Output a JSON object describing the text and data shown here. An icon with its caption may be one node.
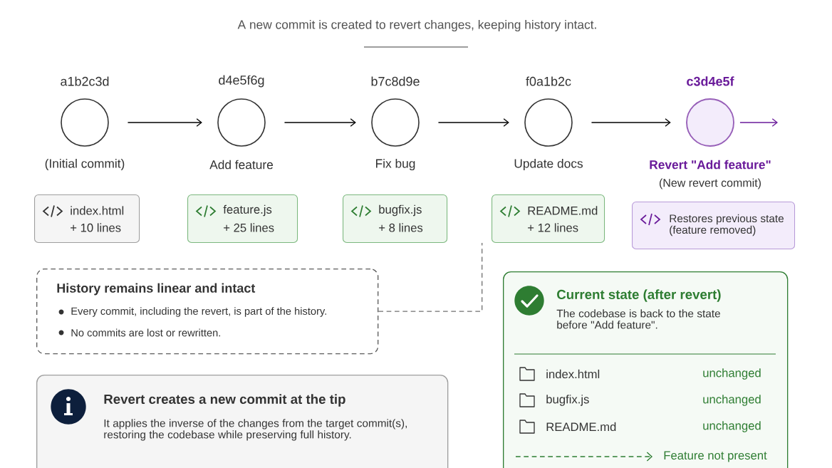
{
  "diagram": {
    "nodes": [
      {
        "text": [
          "a1b2c3d",
          "(Initial commit)"
        ]
      },
      {
        "text": [
          "d4e5f6g",
          "Add feature"
        ]
      },
      {
        "text": [
          "b7c8d9e",
          "Fix bug"
        ]
      },
      {
        "text": [
          "f0a1b2c",
          "Update docs"
        ]
      },
      {
        "text": [
          "c3d4e5f",
          "Revert \"Add feature\"",
          "(New revert commit)"
        ]
      },
      {
        "text": [
          "index.html",
          "+ 10 lines"
        ]
      },
      {
        "text": [
          "feature.js",
          "+ 25 lines"
        ]
      },
      {
        "text": [
          "bugfix.js",
          "+ 8 lines"
        ]
      },
      {
        "text": [
          "README.md",
          "+ 12 lines"
        ]
      },
      {
        "text": [
          "Restores previous state (feature removed)"
        ]
      },
      {
        "text": [
          "History remains linear and intact",
          "Every commit, including the revert, is part of the history.",
          "No commits are lost or rewritten."
        ]
      },
      {
        "text": [
          "Current state (after revert)",
          "The codebase is back to the state before \"Add feature\"."
        ]
      },
      {
        "text": [
          "Revert creates a new commit at the tip",
          "It applies the inverse of the changes from the target commit(s), restoring the codebase while preserving full history."
        ]
      }
    ],
    "edges": [
      {
        "from": 0,
        "to": 1,
        "arrow": "to"
      },
      {
        "from": 1,
        "to": 2,
        "arrow": "to"
      },
      {
        "from": 2,
        "to": 3,
        "arrow": "to"
      },
      {
        "from": 3,
        "to": 4,
        "arrow": "to"
      },
      {
        "from": 4,
        "to": null,
        "arrow": "to",
        "color": "#6a1b9a"
      },
      {
        "from": 10,
        "to": 8,
        "arrow": "none",
        "style": "dashed",
        "color": "#707070"
      }
    ],
    "labels": [
      "A new commit is created to revert changes, keeping history intact.",
      "index.html",
      "unchanged",
      "bugfix.js",
      "unchanged",
      "README.md",
      "unchanged",
      "Feature not present"
    ]
  }
}
